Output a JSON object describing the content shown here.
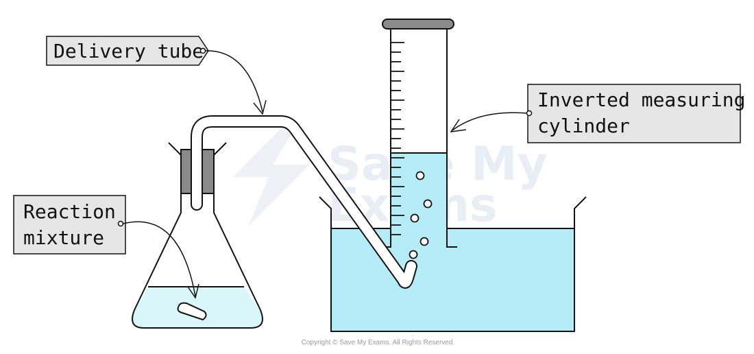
{
  "labels": {
    "delivery_tube": "Delivery tube",
    "reaction_mixture_line1": "Reaction",
    "reaction_mixture_line2": "mixture",
    "inverted_cylinder_line1": "Inverted measuring",
    "inverted_cylinder_line2": "cylinder"
  },
  "watermark": {
    "line1": "Save My",
    "line2": "Exams"
  },
  "copyright": "Copyright © Save My Exams. All Rights Reserved",
  "colors": {
    "water": "#b6ecf7",
    "flask_liquid": "#d9f7fb",
    "stopper": "#8a8a8a",
    "label_box": "#e6e6e6",
    "outline": "#111111"
  }
}
